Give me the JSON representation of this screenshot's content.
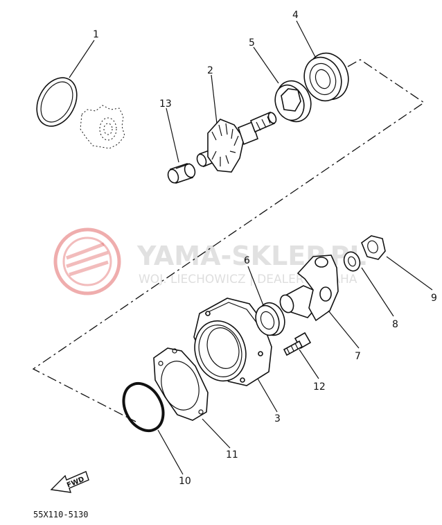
{
  "watermark": {
    "brand": "YAMA-SKLEP.PL",
    "subtitle": "WOJ. LIECHOWICZ | DEALER YAMAHA",
    "logo_color": "#e26a6a"
  },
  "callouts": [
    {
      "id": "1",
      "label": "1"
    },
    {
      "id": "2",
      "label": "2"
    },
    {
      "id": "3",
      "label": "3"
    },
    {
      "id": "4",
      "label": "4"
    },
    {
      "id": "5",
      "label": "5"
    },
    {
      "id": "6",
      "label": "6"
    },
    {
      "id": "7",
      "label": "7"
    },
    {
      "id": "8",
      "label": "8"
    },
    {
      "id": "9",
      "label": "9"
    },
    {
      "id": "10",
      "label": "10"
    },
    {
      "id": "11",
      "label": "11"
    },
    {
      "id": "12",
      "label": "12"
    },
    {
      "id": "13",
      "label": "13"
    }
  ],
  "fwd_label": "FWD",
  "diagram_code": "55X110-5130"
}
